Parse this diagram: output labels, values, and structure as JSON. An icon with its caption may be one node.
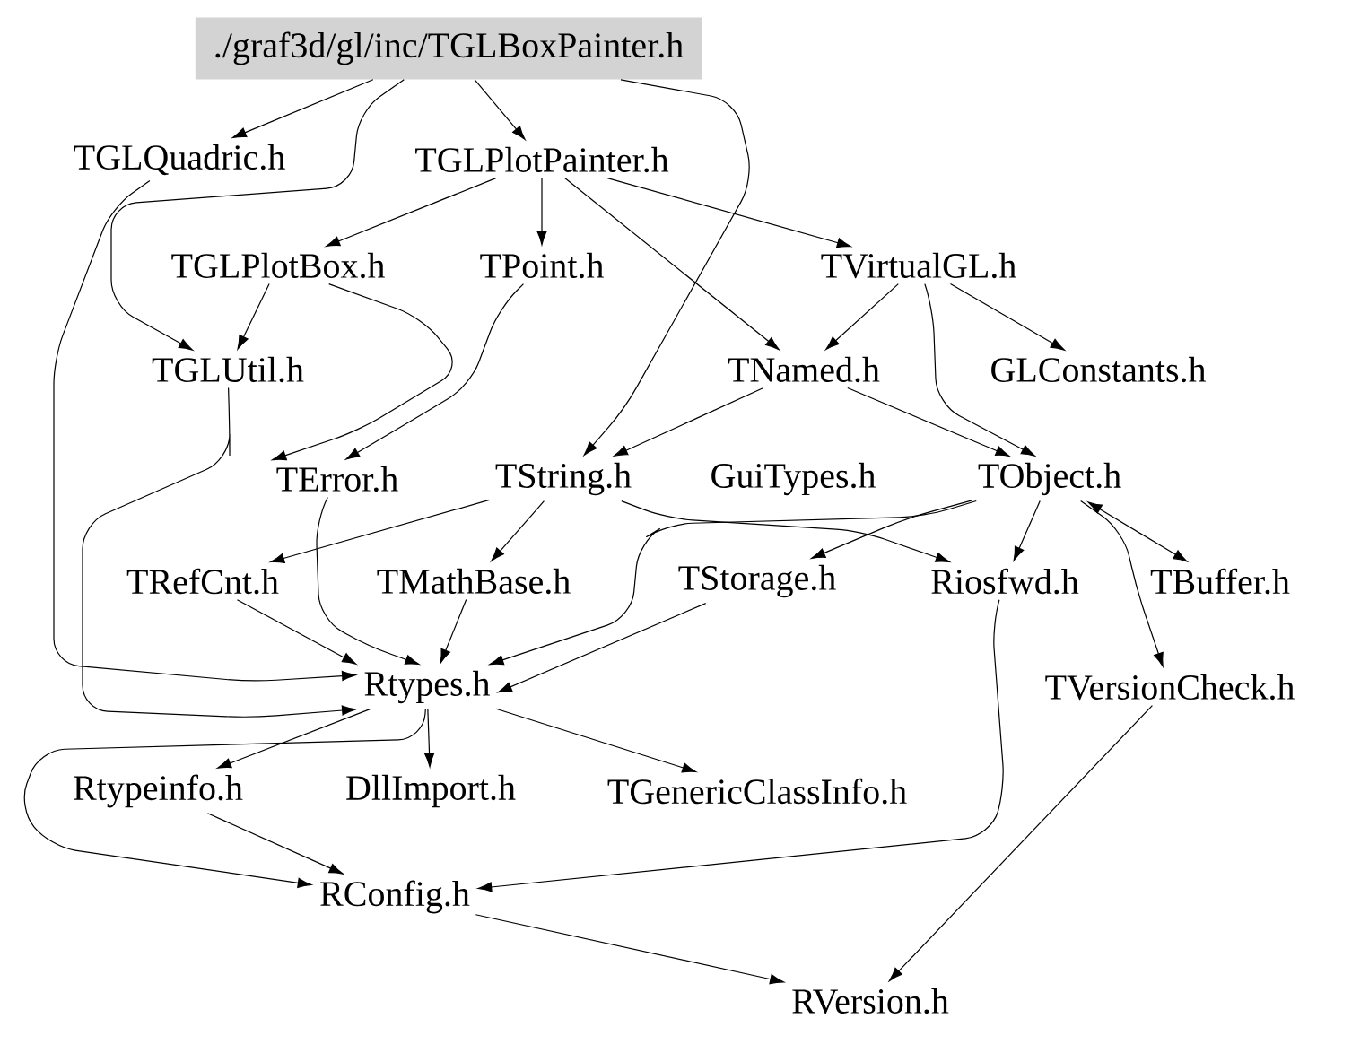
{
  "diagram": {
    "nodes": [
      {
        "text": [
          "./graf3d/gl/inc/TGLBoxPainter.h"
        ]
      },
      {
        "text": [
          "TGLQuadric.h"
        ]
      },
      {
        "text": [
          "TGLPlotPainter.h"
        ]
      },
      {
        "text": [
          "TGLPlotBox.h"
        ]
      },
      {
        "text": [
          "TPoint.h"
        ]
      },
      {
        "text": [
          "TVirtualGL.h"
        ]
      },
      {
        "text": [
          "TGLUtil.h"
        ]
      },
      {
        "text": [
          "TNamed.h"
        ]
      },
      {
        "text": [
          "GLConstants.h"
        ]
      },
      {
        "text": [
          "TError.h"
        ]
      },
      {
        "text": [
          "TString.h"
        ]
      },
      {
        "text": [
          "GuiTypes.h"
        ]
      },
      {
        "text": [
          "TObject.h"
        ]
      },
      {
        "text": [
          "TRefCnt.h"
        ]
      },
      {
        "text": [
          "TMathBase.h"
        ]
      },
      {
        "text": [
          "TStorage.h"
        ]
      },
      {
        "text": [
          "Riosfwd.h"
        ]
      },
      {
        "text": [
          "TBuffer.h"
        ]
      },
      {
        "text": [
          "Rtypes.h"
        ]
      },
      {
        "text": [
          "TVersionCheck.h"
        ]
      },
      {
        "text": [
          "Rtypeinfo.h"
        ]
      },
      {
        "text": [
          "DllImport.h"
        ]
      },
      {
        "text": [
          "TGenericClassInfo.h"
        ]
      },
      {
        "text": [
          "RConfig.h"
        ]
      },
      {
        "text": [
          "RVersion.h"
        ]
      }
    ],
    "edges": [
      {
        "from": 0,
        "to": 1,
        "arrow": "to"
      },
      {
        "from": 0,
        "to": 2,
        "arrow": "to"
      },
      {
        "from": 0,
        "to": 6,
        "arrow": "to"
      },
      {
        "from": 0,
        "to": 10,
        "arrow": "to"
      },
      {
        "from": 1,
        "to": 18,
        "arrow": "to"
      },
      {
        "from": 2,
        "to": 3,
        "arrow": "to"
      },
      {
        "from": 2,
        "to": 4,
        "arrow": "to"
      },
      {
        "from": 2,
        "to": 5,
        "arrow": "to"
      },
      {
        "from": 2,
        "to": 7,
        "arrow": "to"
      },
      {
        "from": 3,
        "to": 6,
        "arrow": "to"
      },
      {
        "from": 3,
        "to": 9,
        "arrow": "to"
      },
      {
        "from": 4,
        "to": 9,
        "arrow": "to"
      },
      {
        "from": 5,
        "to": 7,
        "arrow": "to"
      },
      {
        "from": 5,
        "to": 8,
        "arrow": "to"
      },
      {
        "from": 5,
        "to": 12,
        "arrow": "to"
      },
      {
        "from": 6,
        "to": 18,
        "arrow": "to"
      },
      {
        "from": 7,
        "to": 10,
        "arrow": "to"
      },
      {
        "from": 7,
        "to": 12,
        "arrow": "to"
      },
      {
        "from": 9,
        "to": 18,
        "arrow": "to"
      },
      {
        "from": 10,
        "to": 13,
        "arrow": "to"
      },
      {
        "from": 10,
        "to": 14,
        "arrow": "to"
      },
      {
        "from": 10,
        "to": 16,
        "arrow": "to"
      },
      {
        "from": 12,
        "to": 15,
        "arrow": "to"
      },
      {
        "from": 12,
        "to": 16,
        "arrow": "to"
      },
      {
        "from": 12,
        "to": 17,
        "arrow": "both"
      },
      {
        "from": 12,
        "to": 19,
        "arrow": "to"
      },
      {
        "from": 12,
        "to": 18,
        "arrow": "to"
      },
      {
        "from": 15,
        "to": 18,
        "arrow": "to"
      },
      {
        "from": 13,
        "to": 18,
        "arrow": "to"
      },
      {
        "from": 14,
        "to": 18,
        "arrow": "to"
      },
      {
        "from": 16,
        "to": 23,
        "arrow": "to"
      },
      {
        "from": 18,
        "to": 20,
        "arrow": "to"
      },
      {
        "from": 18,
        "to": 21,
        "arrow": "to"
      },
      {
        "from": 18,
        "to": 22,
        "arrow": "to"
      },
      {
        "from": 18,
        "to": 23,
        "arrow": "to"
      },
      {
        "from": 19,
        "to": 24,
        "arrow": "to"
      },
      {
        "from": 20,
        "to": 23,
        "arrow": "to"
      },
      {
        "from": 23,
        "to": 24,
        "arrow": "to"
      }
    ]
  }
}
